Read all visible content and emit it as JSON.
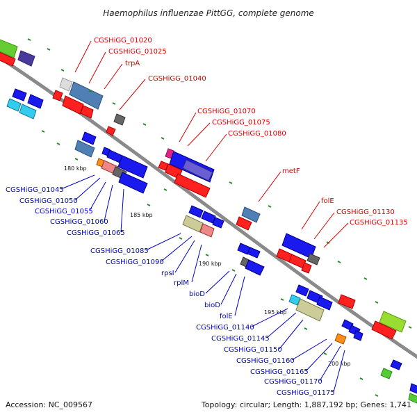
{
  "title": "Haemophilus influenzae PittGG, complete genome",
  "footer": {
    "accession": "Accession: NC_009567",
    "stats": "Topology: circular; Length: 1,887,192 bp; Genes: 1,741"
  },
  "colors": {
    "forward_label": "#d40000",
    "reverse_label": "#0000c8",
    "backbone": "#8a8a8a",
    "tick": "#2a8a2a"
  },
  "ticks": [
    "180 kbp",
    "185 kbp",
    "190 kbp",
    "195 kbp",
    "200 kbp"
  ],
  "forward_labels": [
    "CGSHiGG_01020",
    "CGSHiGG_01025",
    "trpA",
    "CGSHiGG_01040",
    "CGSHiGG_01070",
    "CGSHiGG_01075",
    "CGSHiGG_01080",
    "metF",
    "folE",
    "CGSHiGG_01130",
    "CGSHiGG_01135"
  ],
  "reverse_labels": [
    "CGSHiGG_01045",
    "CGSHiGG_01050",
    "CGSHiGG_01055",
    "CGSHiGG_01060",
    "CGSHiGG_01065",
    "CGSHiGG_01085",
    "CGSHiGG_01090",
    "rpsI",
    "rplM",
    "bioD",
    "bioD",
    "folE",
    "CGSHiGG_01140",
    "CGSHiGG_01145",
    "CGSHiGG_01150",
    "CGSHiGG_01160",
    "CGSHiGG_01165",
    "CGSHiGG_01170",
    "CGSHiGG_01175"
  ]
}
